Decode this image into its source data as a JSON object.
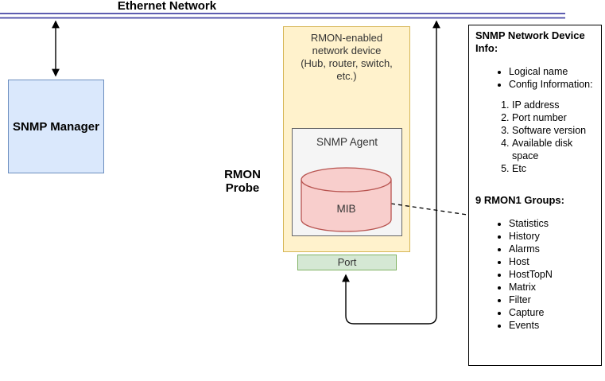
{
  "colors": {
    "ethernet-line": "#4646a5",
    "manager-fill": "#dae8fc",
    "manager-border": "#6c8ebf",
    "device-fill": "#fff2cc",
    "device-border": "#d6b656",
    "agent-fill": "#f5f5f5",
    "agent-border": "#666666",
    "mib-fill": "#f8cecc",
    "mib-border": "#b85450",
    "port-fill": "#d5e8d4",
    "port-border": "#82b366",
    "wire": "#000000"
  },
  "ethernet": {
    "label": "Ethernet Network"
  },
  "nodes": {
    "snmp_manager": {
      "label": "SNMP Manager"
    },
    "rmon_device": {
      "label": "RMON-enabled network device (Hub, router, switch, etc.)"
    },
    "snmp_agent": {
      "label": "SNMP Agent"
    },
    "mib": {
      "label": "MIB"
    },
    "port": {
      "label": "Port"
    },
    "rmon_probe": {
      "label": "RMON Probe"
    }
  },
  "info_panel": {
    "title": "SNMP Network Device Info:",
    "device_info_bullets": [
      "Logical name",
      "Config Information:"
    ],
    "config_items": [
      "IP address",
      "Port number",
      "Software version",
      "Available disk space",
      "Etc"
    ],
    "groups_title": "9 RMON1 Groups:",
    "groups": [
      "Statistics",
      "History",
      "Alarms",
      "Host",
      "HostTopN",
      "Matrix",
      "Filter",
      "Capture",
      "Events"
    ]
  }
}
